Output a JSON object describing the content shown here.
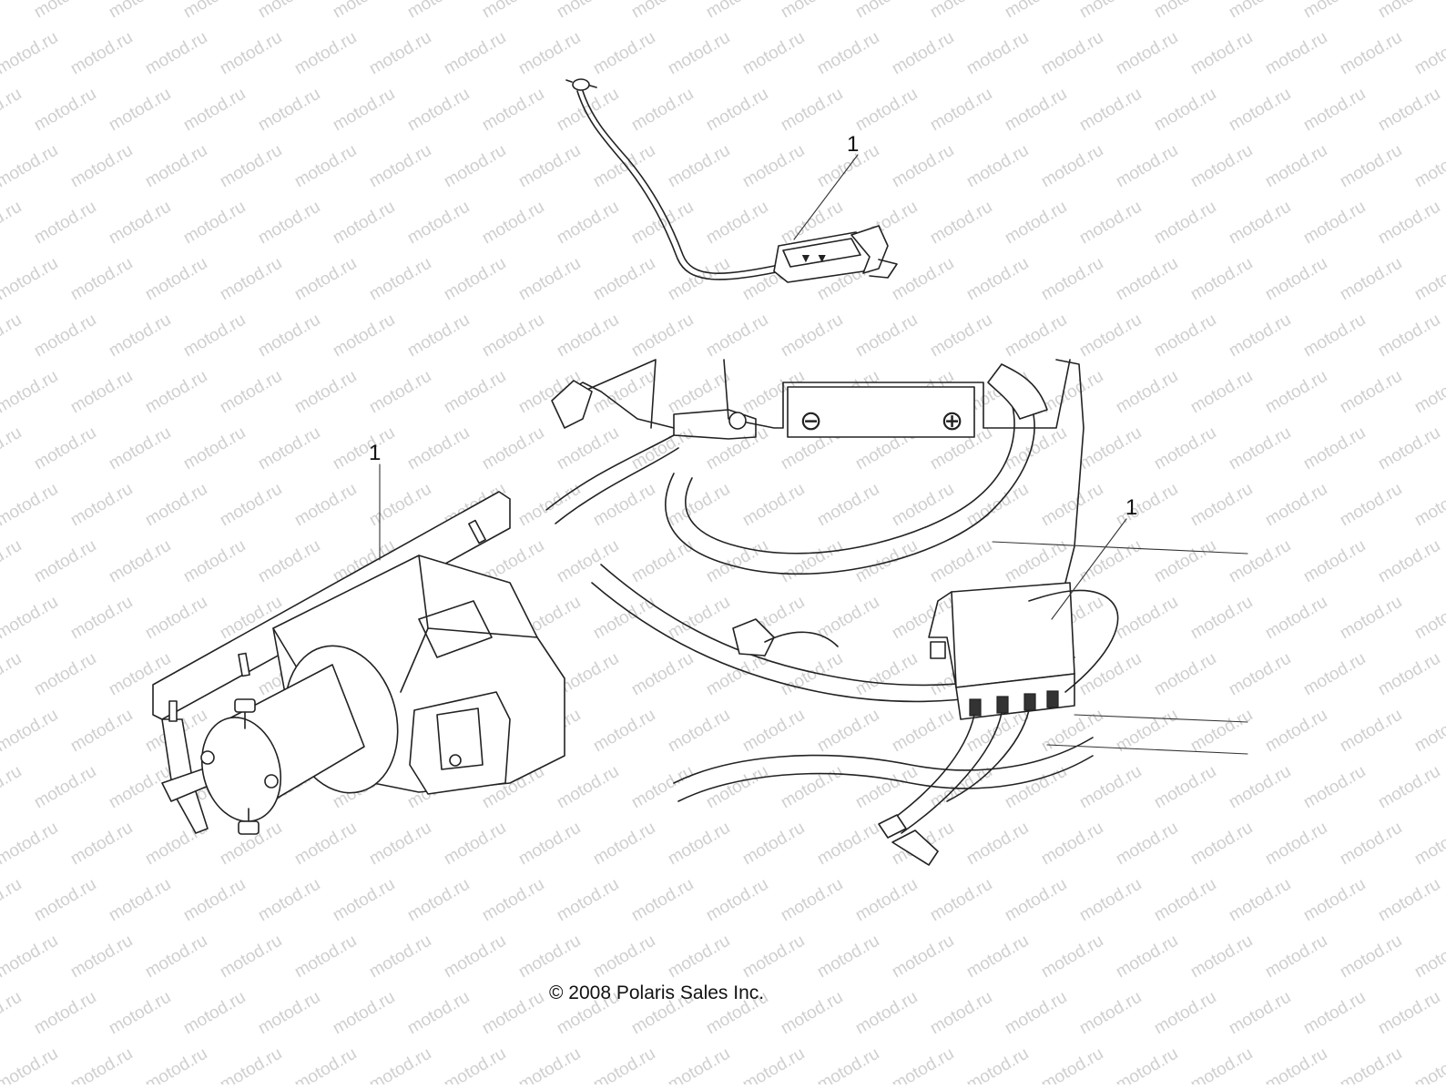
{
  "watermark": {
    "text": "motod.ru"
  },
  "callouts": [
    {
      "id": "remote-switch",
      "label": "1"
    },
    {
      "id": "winch",
      "label": "1"
    },
    {
      "id": "contactor",
      "label": "1"
    }
  ],
  "copyright": "© 2008 Polaris Sales Inc."
}
